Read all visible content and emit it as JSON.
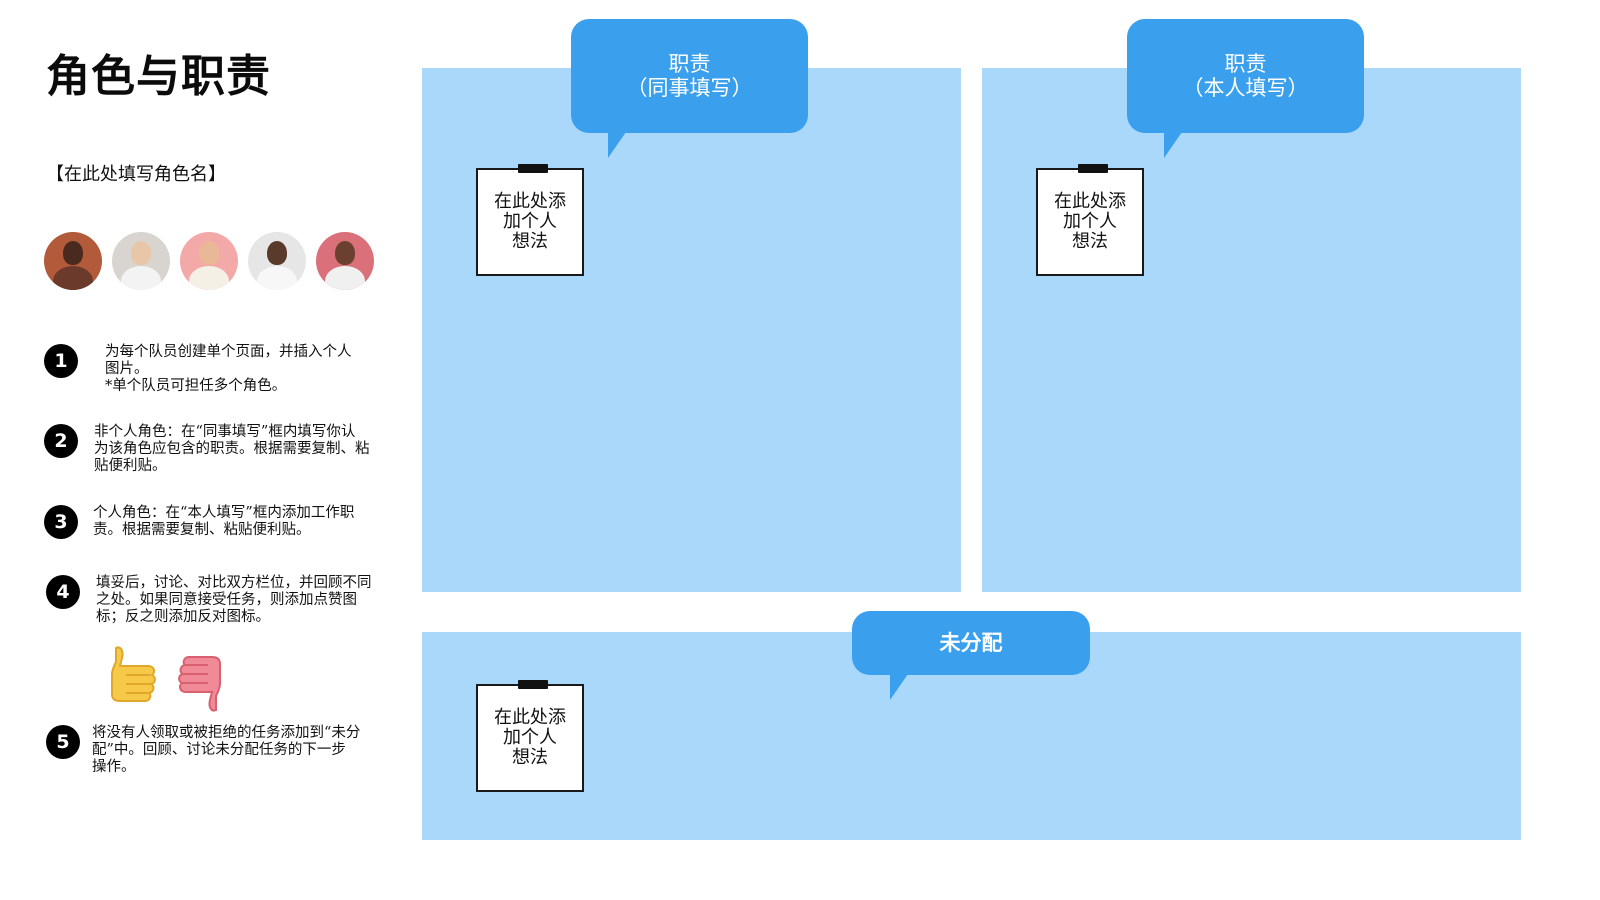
{
  "page_title": "角色与职责",
  "role_name": "【在此处填写角色名】",
  "avatars": [
    {
      "icon": "avatar-person-1",
      "bg": "#b35a3a",
      "skin": "#4a2a1f",
      "cloth": "#6b3a2a"
    },
    {
      "icon": "avatar-person-2",
      "bg": "#d8d4d0",
      "skin": "#e7c7a8",
      "cloth": "#f3f3f3"
    },
    {
      "icon": "avatar-person-3",
      "bg": "#f4a9a9",
      "skin": "#e9b896",
      "cloth": "#f4f0e6"
    },
    {
      "icon": "avatar-person-4",
      "bg": "#e6e6e6",
      "skin": "#5a3a2a",
      "cloth": "#f7f7f7"
    },
    {
      "icon": "avatar-person-5",
      "bg": "#d9707a",
      "skin": "#6b4030",
      "cloth": "#f0f0f0"
    }
  ],
  "steps": [
    {
      "num": "1",
      "text": "为每个队员创建单个页面，并插入个人\n图片。\n*单个队员可担任多个角色。"
    },
    {
      "num": "2",
      "text": "非个人角色：在“同事填写”框内填写你认\n为该角色应包含的职责。根据需要复制、粘\n贴便利贴。"
    },
    {
      "num": "3",
      "text": "个人角色：在“本人填写”框内添加工作职\n责。根据需要复制、粘贴便利贴。"
    },
    {
      "num": "4",
      "text": "填妥后，讨论、对比双方栏位，并回顾不同\n之处。如果同意接受任务，则添加点赞图\n标；反之则添加反对图标。"
    },
    {
      "num": "5",
      "text": "将没有人领取或被拒绝的任务添加到“未分\n配”中。回顾、讨论未分配任务的下一步\n操作。"
    }
  ],
  "thumbs": {
    "up_icon": "thumbs-up-icon",
    "down_icon": "thumbs-down-icon",
    "up_color": "#f7c948",
    "down_color": "#f08a96"
  },
  "panels": {
    "colleague": {
      "bubble": "职责\n（同事填写）",
      "note": "在此处添\n加个人\n想法"
    },
    "self": {
      "bubble": "职责\n（本人填写）",
      "note": "在此处添\n加个人\n想法"
    },
    "unassigned": {
      "bubble": "未分配",
      "note": "在此处添\n加个人\n想法"
    }
  },
  "colors": {
    "panel": "#a9d8fb",
    "bubble": "#3aa0ee"
  }
}
